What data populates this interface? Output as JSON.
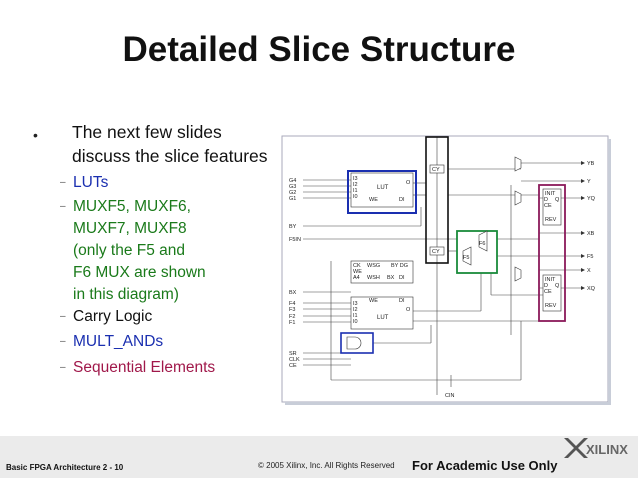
{
  "slide": {
    "title": "Detailed Slice Structure",
    "bullet": "The next few slides discuss the slice features",
    "subitems": [
      {
        "lines": [
          "LUTs"
        ],
        "color": "#1a2fb0"
      },
      {
        "lines": [
          "MUXF5, MUXF6,",
          "MUXF7, MUXF8",
          "(only the F5 and",
          "F6 MUX are shown",
          "in this diagram)"
        ],
        "color": "#1a7a1a"
      },
      {
        "lines": [
          "Carry Logic"
        ],
        "color": "#111111"
      },
      {
        "lines": [
          "MULT_ANDs"
        ],
        "color": "#1a2fb0"
      },
      {
        "lines": [
          "Sequential Elements"
        ],
        "color": "#a0184a"
      }
    ]
  },
  "diagram": {
    "left_inputs": [
      "G4",
      "G3",
      "G2",
      "G1",
      "BY",
      "F5IN",
      "BX",
      "F4",
      "F3",
      "F2",
      "F1",
      "SR",
      "CLK",
      "CE"
    ],
    "right_outputs": [
      "YB",
      "Y",
      "YQ",
      "XB",
      "F5",
      "X",
      "XQ"
    ],
    "bottom_label": "CIN",
    "top_lut": {
      "label": "LUT",
      "pins": [
        "I3",
        "I2",
        "I1",
        "I0"
      ],
      "out": "O",
      "we": "WE",
      "di": "DI"
    },
    "bottom_lut": {
      "label": "LUT",
      "pins": [
        "I3",
        "I2",
        "I1",
        "I0"
      ],
      "out": "O",
      "we": "WE",
      "di": "DI"
    },
    "ctrl_labels": [
      "CK",
      "WE",
      "A4",
      "WSG",
      "WSH",
      "BY DG",
      "BX",
      "DI"
    ],
    "mux_labels": [
      "F5",
      "F6"
    ],
    "carry_labels": [
      "CY"
    ],
    "ff_labels": [
      "INIT",
      "D",
      "Q",
      "CE",
      "REV"
    ],
    "colors": {
      "lut_box": "#1a2fb0",
      "mux_box": "#1a8a3a",
      "carry_box": "#111111",
      "ff_box": "#8a1a5a"
    }
  },
  "footer": {
    "left": "Basic FPGA Architecture  2 - 10",
    "copyright": "© 2005 Xilinx, Inc. All Rights Reserved",
    "academic": "For Academic Use Only",
    "logo_text": "XILINX"
  }
}
